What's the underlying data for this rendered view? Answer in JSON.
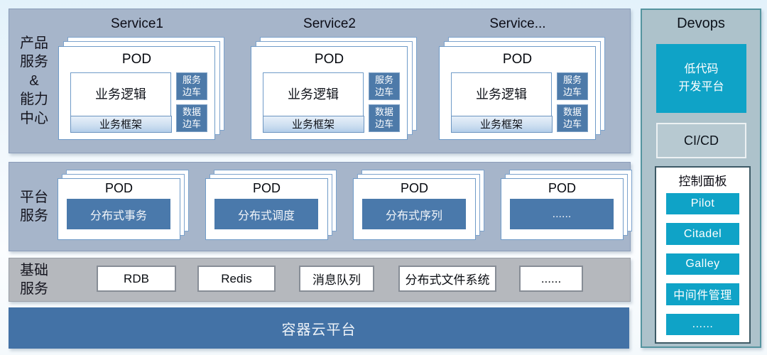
{
  "palette": {
    "band_blue_gray": "#a6b5ca",
    "band_gray": "#b5b8bd",
    "steel_blue": "#4a79ab",
    "container_blue": "#4372a6",
    "devops_bg": "#adc2cb",
    "cyan": "#0fa3c7",
    "card_border_blue": "#6f9bc8"
  },
  "bands": {
    "products": {
      "label": "产品\n服务\n&\n能力\n中心",
      "services": [
        {
          "title": "Service1",
          "pod_label": "POD",
          "logic": "业务逻辑",
          "framework": "业务框架",
          "sidecar_top": "服务\n边车",
          "sidecar_bottom": "数据\n边车"
        },
        {
          "title": "Service2",
          "pod_label": "POD",
          "logic": "业务逻辑",
          "framework": "业务框架",
          "sidecar_top": "服务\n边车",
          "sidecar_bottom": "数据\n边车"
        },
        {
          "title": "Service...",
          "pod_label": "POD",
          "logic": "业务逻辑",
          "framework": "业务框架",
          "sidecar_top": "服务\n边车",
          "sidecar_bottom": "数据\n边车"
        }
      ]
    },
    "platform": {
      "label": "平台\n服务",
      "pods": [
        {
          "pod_label": "POD",
          "name": "分布式事务"
        },
        {
          "pod_label": "POD",
          "name": "分布式调度"
        },
        {
          "pod_label": "POD",
          "name": "分布式序列"
        },
        {
          "pod_label": "POD",
          "name": "......"
        }
      ]
    },
    "basic": {
      "label": "基础\n服务",
      "items": [
        "RDB",
        "Redis",
        "消息队列",
        "分布式文件系统",
        "......"
      ]
    },
    "cloud": {
      "label": "容器云平台"
    }
  },
  "devops": {
    "title": "Devops",
    "low_code": "低代码\n开发平台",
    "cicd": "CI/CD",
    "panel": {
      "title": "控制面板",
      "buttons": [
        "Pilot",
        "Citadel",
        "Galley",
        "中间件管理",
        "......"
      ]
    }
  }
}
